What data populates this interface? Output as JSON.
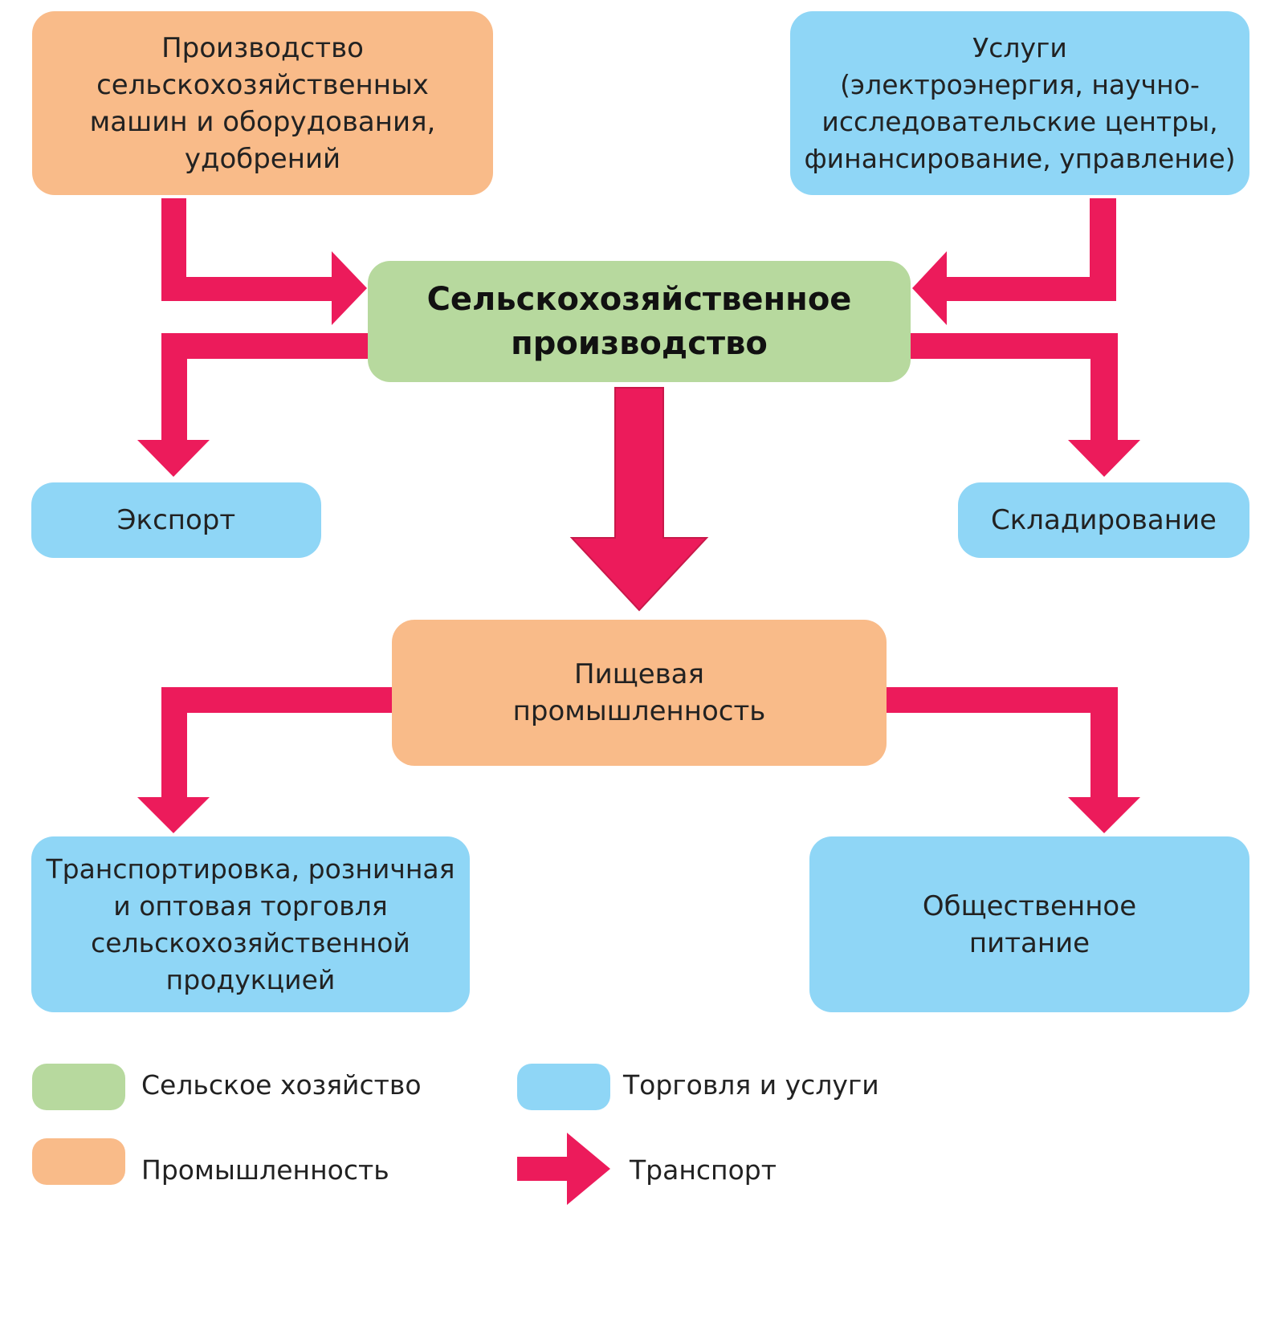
{
  "colors": {
    "industry": "#f9bb89",
    "trade_services": "#8fd6f6",
    "agriculture": "#b7d99e",
    "transport_arrow": "#ec1b5b"
  },
  "nodes": {
    "machinery": {
      "lines": [
        "Производство",
        "сельскохозяйственных",
        "машин и оборудования,",
        "удобрений"
      ],
      "category": "industry"
    },
    "services": {
      "lines": [
        "Услуги",
        "(электроэнергия, научно-",
        "исследовательские центры,",
        "финансирование, управление)"
      ],
      "category": "trade_services"
    },
    "agriculture": {
      "lines": [
        "Сельскохозяйственное",
        "производство"
      ],
      "category": "agriculture"
    },
    "export": {
      "lines": [
        "Экспорт"
      ],
      "category": "trade_services"
    },
    "storage": {
      "lines": [
        "Складирование"
      ],
      "category": "trade_services"
    },
    "food_industry": {
      "lines": [
        "Пищевая",
        "промышленность"
      ],
      "category": "industry"
    },
    "transport_trade": {
      "lines": [
        "Транспортировка, розничная",
        "и оптовая торговля",
        "сельскохозяйственной",
        "продукцией"
      ],
      "category": "trade_services"
    },
    "catering": {
      "lines": [
        "Общественное",
        "питание"
      ],
      "category": "trade_services"
    }
  },
  "edges": [
    {
      "from": "machinery",
      "to": "agriculture"
    },
    {
      "from": "services",
      "to": "agriculture"
    },
    {
      "from": "agriculture",
      "to": "export"
    },
    {
      "from": "agriculture",
      "to": "storage"
    },
    {
      "from": "agriculture",
      "to": "food_industry"
    },
    {
      "from": "food_industry",
      "to": "transport_trade"
    },
    {
      "from": "food_industry",
      "to": "catering"
    }
  ],
  "legend": {
    "agriculture": "Сельское хозяйство",
    "trade_services": "Торговля и услуги",
    "industry": "Промышленность",
    "transport": "Транспорт"
  }
}
